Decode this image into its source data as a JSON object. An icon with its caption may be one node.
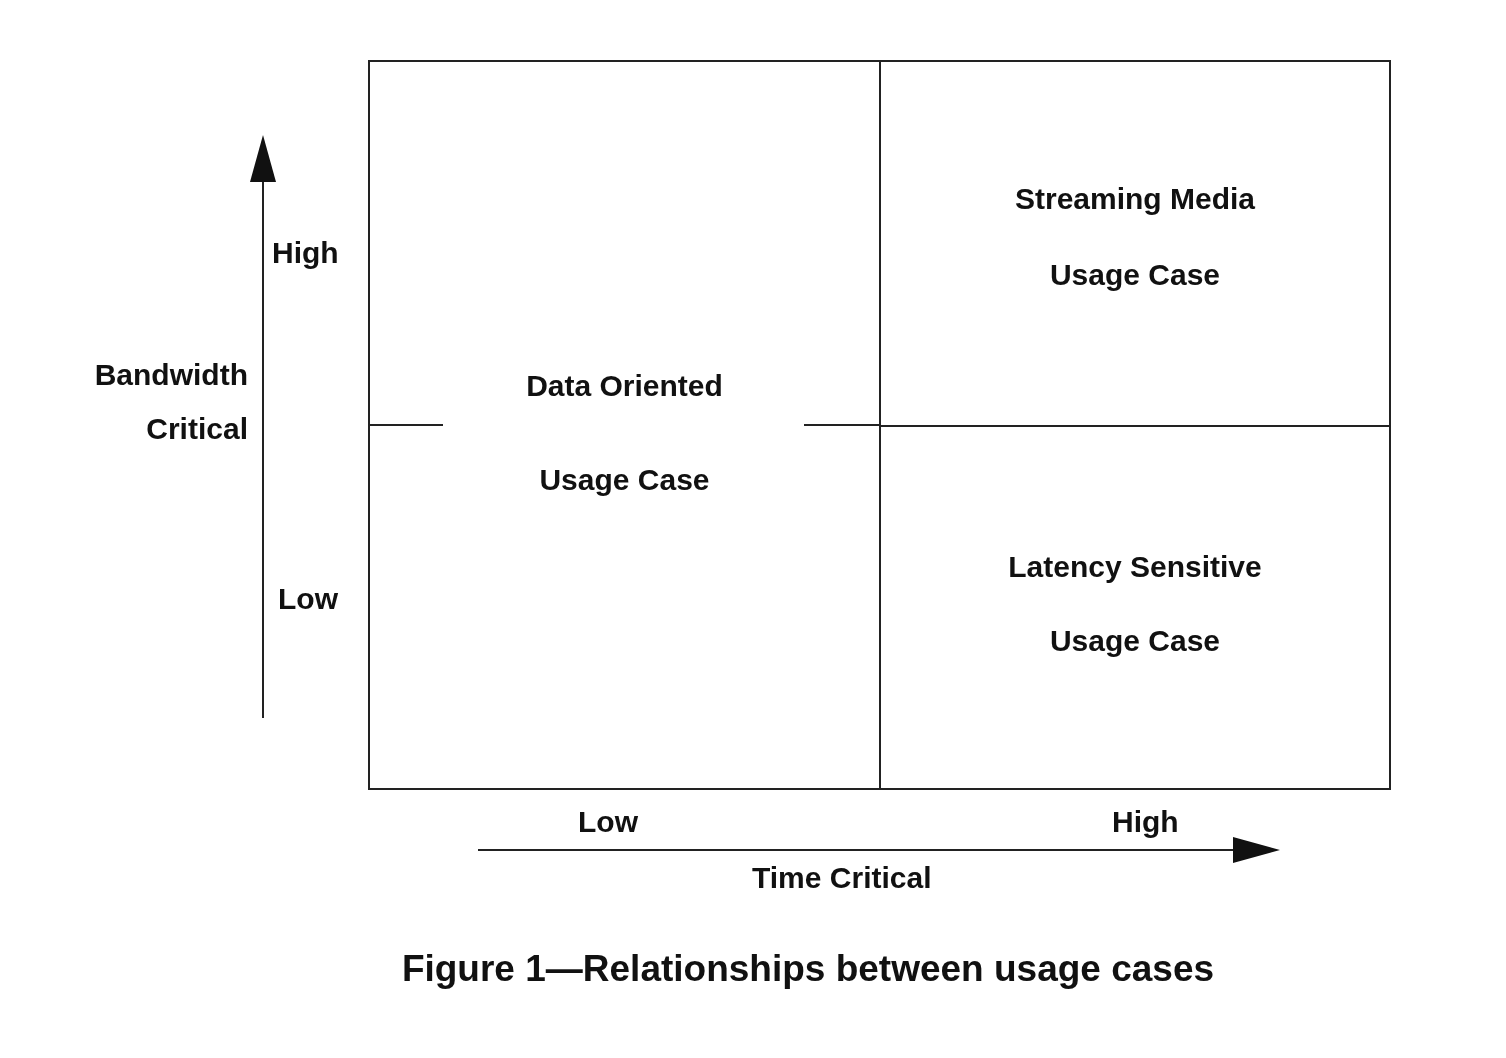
{
  "diagram": {
    "caption": "Figure 1—Relationships between usage cases",
    "nodes": [
      {
        "text": [
          "Data Oriented Usage Case"
        ]
      },
      {
        "text": [
          "Streaming Media Usage Case"
        ]
      },
      {
        "text": [
          "Latency Sensitive Usage Case"
        ]
      }
    ],
    "labels": [
      "High",
      "Bandwidth Critical",
      "Low",
      "Low",
      "High",
      "Time Critical"
    ]
  }
}
